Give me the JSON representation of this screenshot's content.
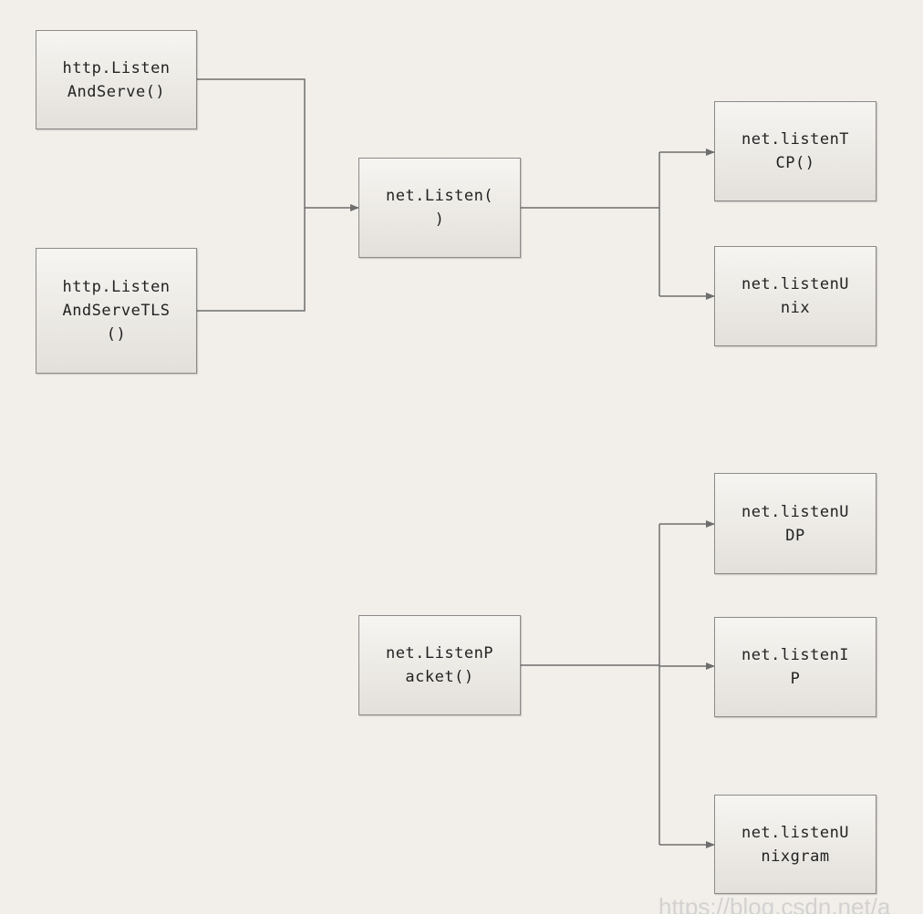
{
  "nodes": {
    "http_listen_and_serve": "http.Listen\nAndServe()",
    "http_listen_and_serve_tls": "http.Listen\nAndServeTLS\n()",
    "net_listen": "net.Listen(\n)",
    "net_listen_tcp": "net.listenT\nCP()",
    "net_listen_unix": "net.listenU\nnix",
    "net_listen_packet": "net.ListenP\nacket()",
    "net_listen_udp": "net.listenU\nDP",
    "net_listen_ip": "net.listenI\nP",
    "net_listen_unixgram": "net.listenU\nnixgram"
  },
  "watermark": "https://blog.csdn.net/a",
  "colors": {
    "background": "#f2efea",
    "connector": "#6e6e6e",
    "node_border": "#8a8a8a"
  }
}
